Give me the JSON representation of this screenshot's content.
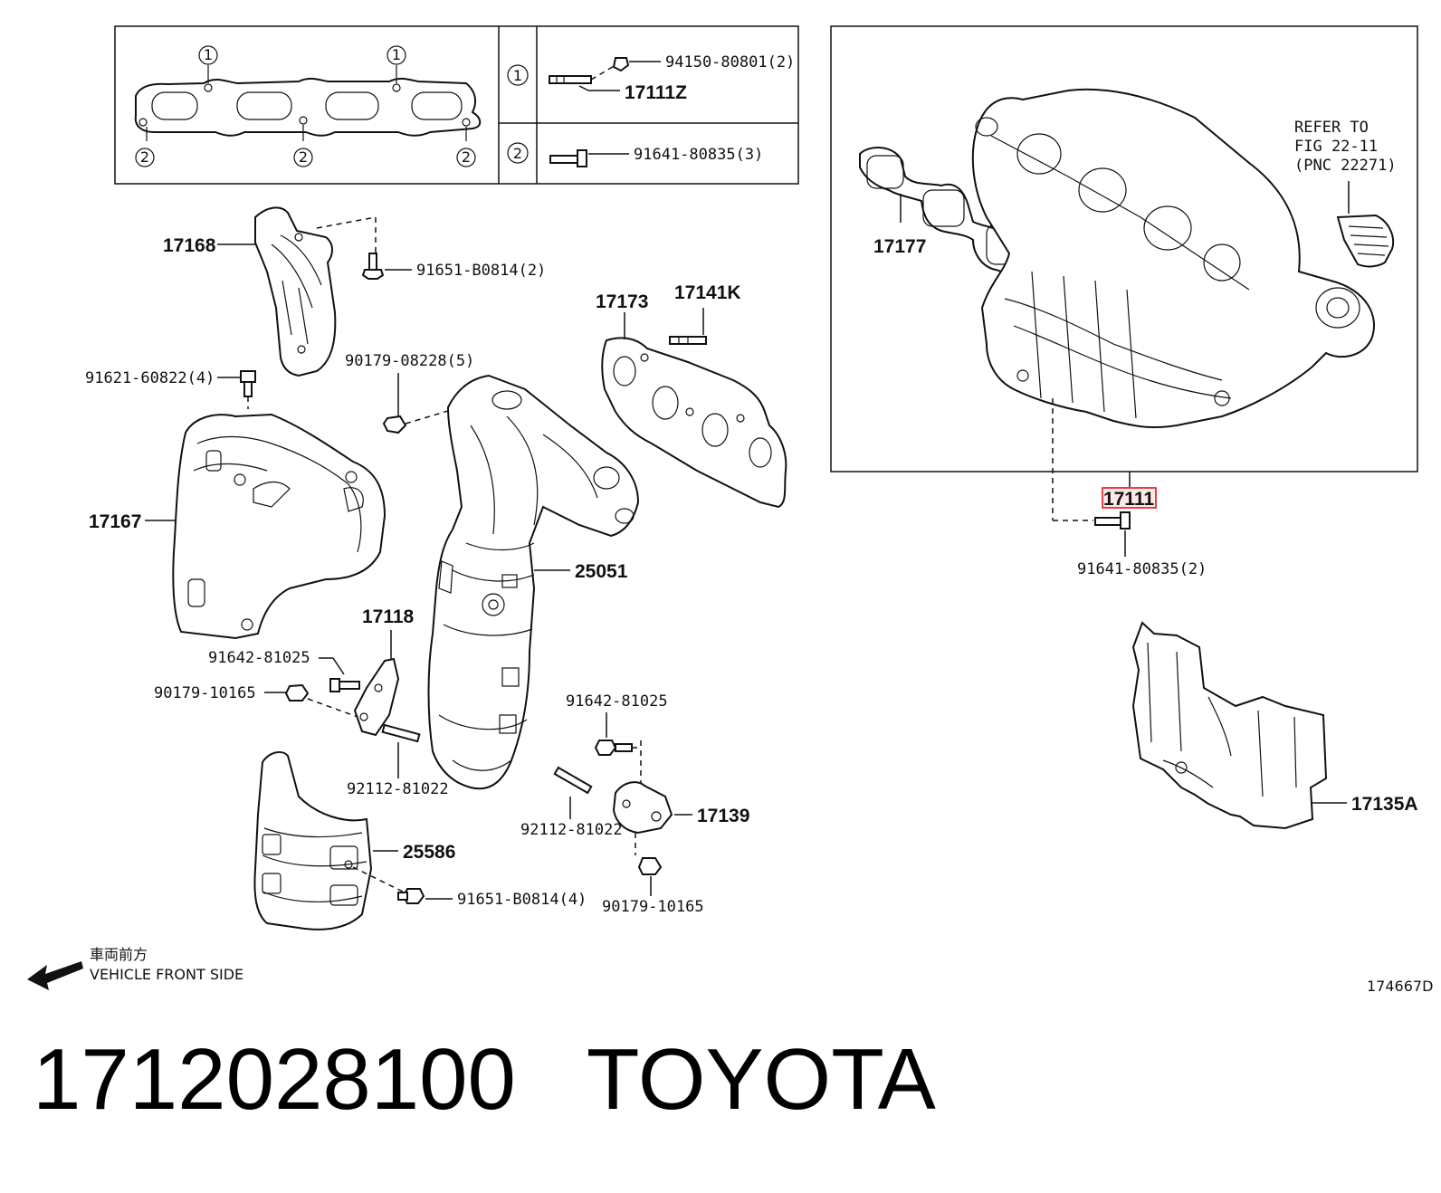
{
  "labels": {
    "gasket_pnc_1": "1",
    "gasket_pnc_2": "2",
    "nut_94150": "94150-80801(2)",
    "stud_17111z": "17111Z",
    "bolt_91641_3": "91641-80835(3)",
    "p17168": "17168",
    "bolt_91651_2": "91651-B0814(2)",
    "p17173": "17173",
    "p17141k": "17141K",
    "bolt_91621": "91621-60822(4)",
    "nut_90179_5": "90179-08228(5)",
    "p17167": "17167",
    "p25051": "25051",
    "p17118": "17118",
    "bolt_91642_a": "91642-81025",
    "nut_90179_a": "90179-10165",
    "bolt_91642_b": "91642-81025",
    "stud_92112_a": "92112-81022",
    "stud_92112_b": "92112-81022",
    "p17139": "17139",
    "p25586": "25586",
    "bolt_91651_4": "91651-B0814(4)",
    "nut_90179_b": "90179-10165",
    "p17177": "17177",
    "refer_1": "REFER TO",
    "refer_2": "FIG 22-11",
    "refer_3": "(PNC 22271)",
    "p17111": "17111",
    "bolt_91641_2": "91641-80835(2)",
    "p17135a": "17135A",
    "front_jp": "車両前方",
    "front_en": "VEHICLE FRONT SIDE",
    "diagram_id": "174667D"
  },
  "footer": {
    "part_number": "1712028100",
    "brand": "TOYOTA"
  },
  "colors": {
    "highlight_border": "#e03030",
    "highlight_fill": "#fde8e8",
    "ink": "#111111"
  }
}
